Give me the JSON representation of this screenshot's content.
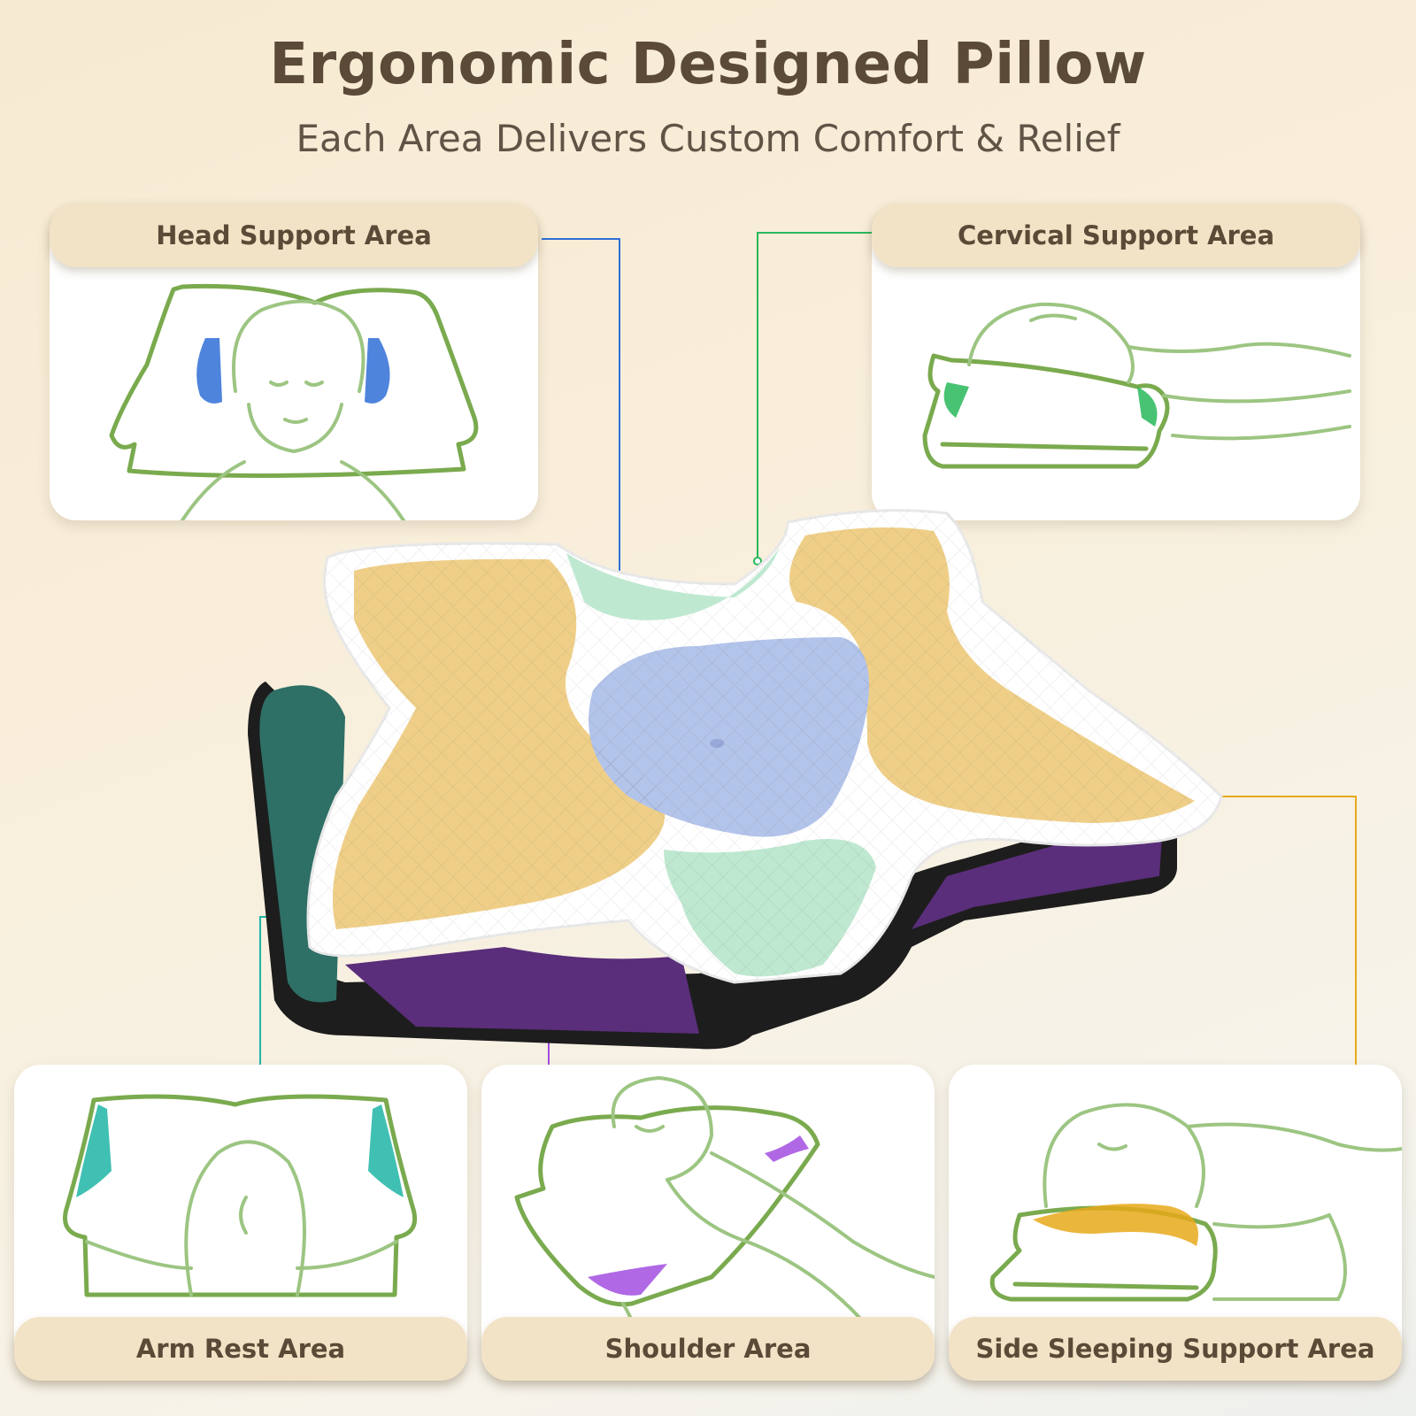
{
  "header": {
    "title": "Ergonomic Designed Pillow",
    "subtitle": "Each Area Delivers Custom Comfort & Relief"
  },
  "areas": {
    "head": {
      "label": "Head Support Area",
      "accent": "#2f6fd6"
    },
    "cervical": {
      "label": "Cervical Support Area",
      "accent": "#28b85a"
    },
    "arm_rest": {
      "label": "Arm Rest Area",
      "accent": "#1fb5a5"
    },
    "shoulder": {
      "label": "Shoulder Area",
      "accent": "#a24de0"
    },
    "side_sleeping": {
      "label": "Side Sleeping Support Area",
      "accent": "#e8a91a"
    }
  },
  "colors": {
    "outline_green": "#7aaa4e",
    "pill_bg": "#f3e3c6",
    "text_brown": "#5a4a37"
  }
}
